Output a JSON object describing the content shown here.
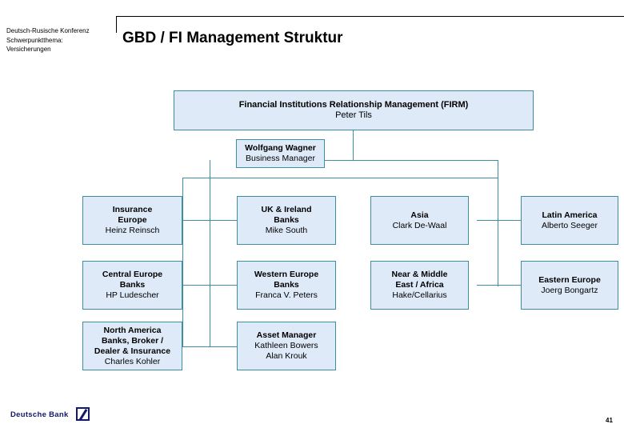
{
  "header": {
    "kicker_lines": [
      "Deutsch-Rusische Konferenz",
      "Schwerpunktthema:",
      "Versicherungen"
    ],
    "kicker": "Deutsch-Rusische Konferenz\nSchwerpunktthema:\nVersicherungen",
    "title": "GBD / FI Management Struktur"
  },
  "colors": {
    "box_fill": "#dfeaf9",
    "box_border": "#3b8f9e",
    "connector": "#3b8f9e",
    "brand": "#12186b",
    "text": "#000000"
  },
  "org_chart": {
    "root": {
      "title": "Financial Institutions Relationship Management (FIRM)",
      "person": "Peter Tils"
    },
    "business_manager": {
      "title": "Wolfgang Wagner",
      "person": "Business Manager"
    },
    "units": [
      {
        "title": "Insurance\nEurope",
        "title_lines": [
          "Insurance",
          "Europe"
        ],
        "person": "Heinz Reinsch",
        "person_lines": [
          "Heinz Reinsch"
        ],
        "column": 1,
        "row": 1
      },
      {
        "title": "UK & Ireland\nBanks",
        "title_lines": [
          "UK & Ireland",
          "Banks"
        ],
        "person": "Mike South",
        "person_lines": [
          "Mike South"
        ],
        "column": 2,
        "row": 1
      },
      {
        "title": "Asia",
        "title_lines": [
          "Asia"
        ],
        "person": "Clark De-Waal",
        "person_lines": [
          "Clark De-Waal"
        ],
        "column": 3,
        "row": 1
      },
      {
        "title": "Latin America",
        "title_lines": [
          "Latin America"
        ],
        "person": "Alberto Seeger",
        "person_lines": [
          "Alberto Seeger"
        ],
        "column": 4,
        "row": 1
      },
      {
        "title": "Central Europe\nBanks",
        "title_lines": [
          "Central Europe",
          "Banks"
        ],
        "person": "HP Ludescher",
        "person_lines": [
          "HP Ludescher"
        ],
        "column": 1,
        "row": 2
      },
      {
        "title": "Western Europe\nBanks",
        "title_lines": [
          "Western Europe",
          "Banks"
        ],
        "person": "Franca V. Peters",
        "person_lines": [
          "Franca V. Peters"
        ],
        "column": 2,
        "row": 2
      },
      {
        "title": "Near & Middle\nEast / Africa",
        "title_lines": [
          "Near & Middle",
          "East / Africa"
        ],
        "person": "Hake/Cellarius",
        "person_lines": [
          "Hake/Cellarius"
        ],
        "column": 3,
        "row": 2
      },
      {
        "title": "Eastern Europe",
        "title_lines": [
          "Eastern Europe"
        ],
        "person": "Joerg Bongartz",
        "person_lines": [
          "Joerg Bongartz"
        ],
        "column": 4,
        "row": 2
      },
      {
        "title": "North America\nBanks, Broker /\nDealer & Insurance",
        "title_lines": [
          "North America",
          "Banks, Broker /",
          "Dealer & Insurance"
        ],
        "person": "Charles Kohler",
        "person_lines": [
          "Charles Kohler"
        ],
        "column": 1,
        "row": 3
      },
      {
        "title": "Asset Manager",
        "title_lines": [
          "Asset Manager"
        ],
        "person": "Kathleen Bowers\nAlan Krouk",
        "person_lines": [
          "Kathleen Bowers",
          "Alan Krouk"
        ],
        "column": 2,
        "row": 3
      }
    ]
  },
  "footer": {
    "brand_name": "Deutsche Bank",
    "logo_icon": "deutsche-bank-slash-logo",
    "page_number": "41"
  }
}
